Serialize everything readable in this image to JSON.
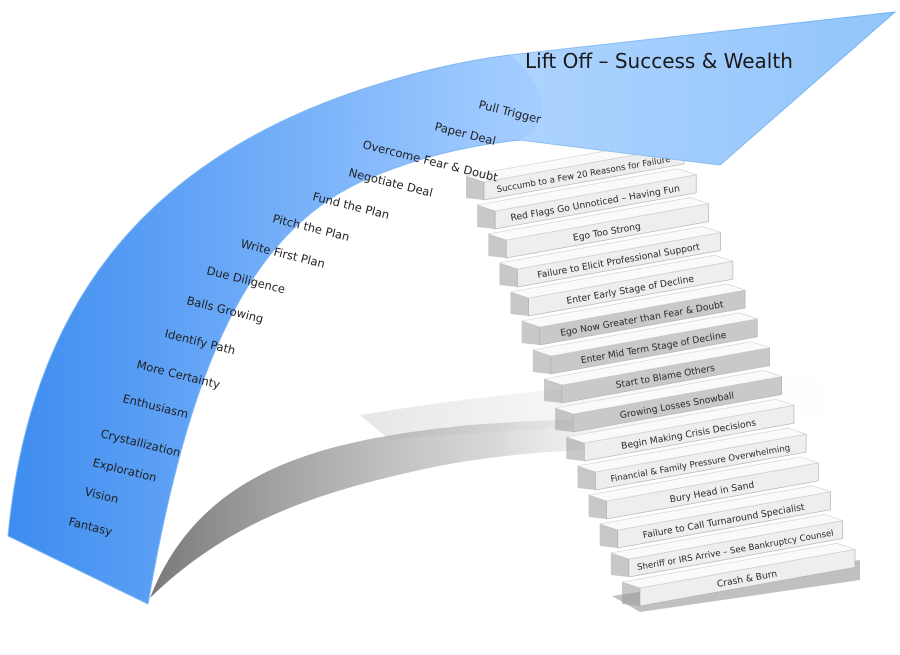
{
  "title": "Lift Off – Success & Wealth",
  "arrow_labels": [
    "Pull Trigger",
    "Paper Deal",
    "Overcome Fear & Doubt",
    "Negotiate Deal",
    "Fund the Plan",
    "Pitch the Plan",
    "Write First Plan",
    "Due Diligence",
    "Balls Growing",
    "Identify Path",
    "More Certainty",
    "Enthusiasm",
    "Crystallization",
    "Exploration",
    "Vision",
    "Fantasy"
  ],
  "stair_labels": [
    "Succumb to a Few 20 Reasons for Failure",
    "Red Flags Go Unnoticed – Having Fun",
    "Ego Too Strong",
    "Failure to Elicit Professional Support",
    "Enter Early Stage of Decline",
    "Ego Now Greater than Fear & Doubt",
    "Enter Mid Term Stage of Decline",
    "Start to Blame Others",
    "Growing Losses Snowball",
    "Begin Making Crisis Decisions",
    "Financial & Family Pressure Overwhelming",
    "Bury Head in Sand",
    "Failure to Call Turnaround Specialist",
    "Sheriff or IRS Arrive – See Bankruptcy Counsel",
    "Crash & Burn"
  ],
  "colors": {
    "arrow_dark": "#3d8cf0",
    "arrow_light": "#d6eaff",
    "step_light": "#f4f4f4",
    "step_dark": "#c4c4c4"
  }
}
